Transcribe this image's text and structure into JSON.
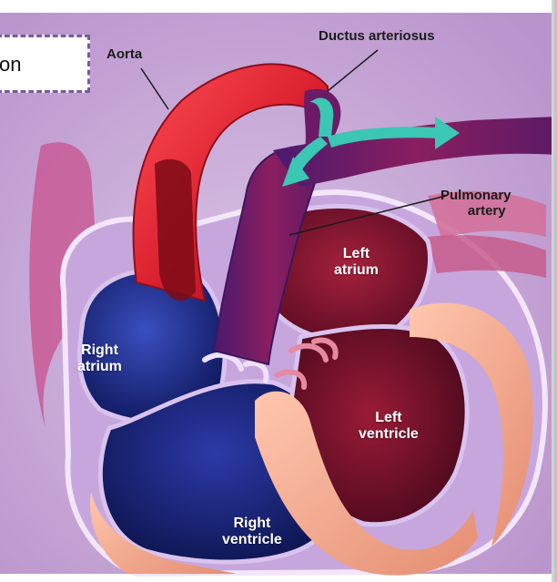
{
  "labels": {
    "aorta": "Aorta",
    "ductus": "Ductus arteriosus",
    "pulmonary_line1": "Pulmonary",
    "pulmonary_line2": "artery",
    "left_atrium_line1": "Left",
    "left_atrium_line2": "atrium",
    "right_atrium_line1": "Right",
    "right_atrium_line2": "atrium",
    "left_ventricle_line1": "Left",
    "left_ventricle_line2": "ventricle",
    "right_ventricle_line1": "Right",
    "right_ventricle_line2": "ventricle"
  },
  "callout": {
    "text": "on"
  },
  "colors": {
    "background": "#c9a9d6",
    "aorta": "#d81e2c",
    "pulmonary": "#7a1a58",
    "ductus_arrow": "#3cc6b4",
    "muscle": "#f2a98e",
    "right_chambers": "#1c2a8a",
    "left_chambers": "#7d1230",
    "membrane": "#c2a4db",
    "callout_border": "#7a5a9e"
  },
  "icons": {
    "flow_arrow": "double-headed-arrow-icon"
  }
}
